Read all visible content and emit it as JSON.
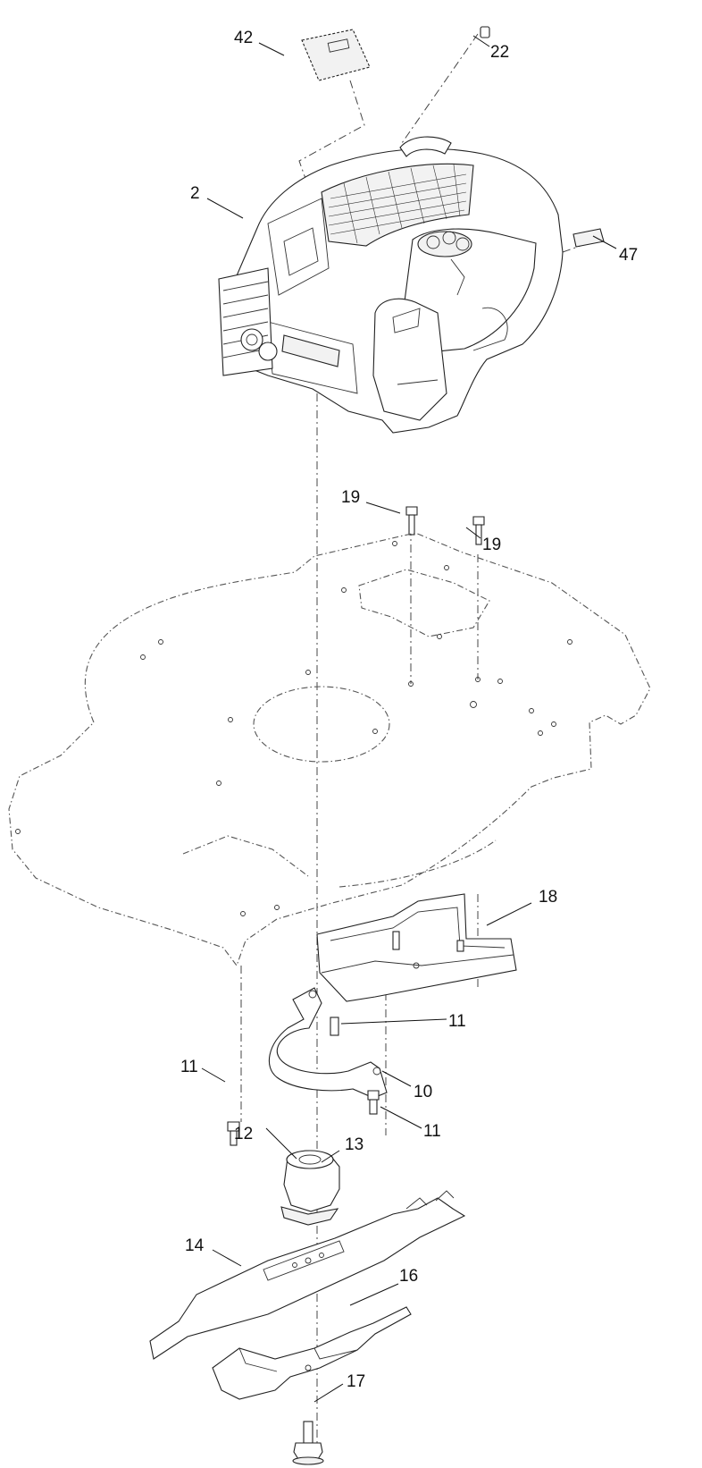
{
  "callouts": [
    {
      "id": "c42",
      "text": "42"
    },
    {
      "id": "c22",
      "text": "22"
    },
    {
      "id": "c2",
      "text": "2"
    },
    {
      "id": "c47",
      "text": "47"
    },
    {
      "id": "c19a",
      "text": "19"
    },
    {
      "id": "c19b",
      "text": "19"
    },
    {
      "id": "c18",
      "text": "18"
    },
    {
      "id": "c11a",
      "text": "11"
    },
    {
      "id": "c11b",
      "text": "11"
    },
    {
      "id": "c10",
      "text": "10"
    },
    {
      "id": "c11c",
      "text": "11"
    },
    {
      "id": "c12",
      "text": "12"
    },
    {
      "id": "c13",
      "text": "13"
    },
    {
      "id": "c14",
      "text": "14"
    },
    {
      "id": "c16",
      "text": "16"
    },
    {
      "id": "c17",
      "text": "17"
    }
  ]
}
